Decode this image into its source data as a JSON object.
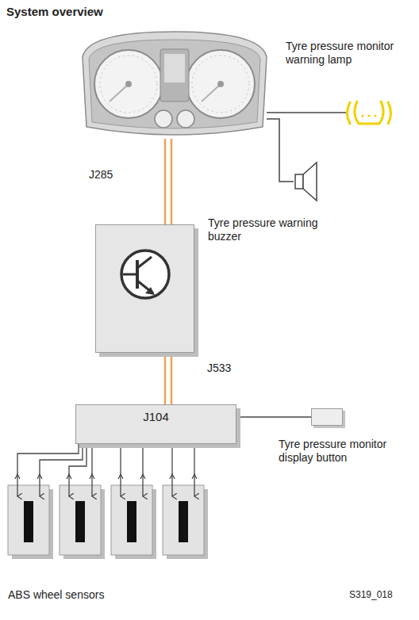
{
  "diagram": {
    "title": "System overview",
    "nodes": [
      {
        "text": [
          "J285"
        ]
      },
      {
        "text": [
          "Tyre pressure monitor warning lamp"
        ]
      },
      {
        "text": [
          "Tyre pressure warning buzzer"
        ]
      },
      {
        "text": [
          "J533"
        ]
      },
      {
        "text": [
          "J104"
        ]
      },
      {
        "text": [
          "Tyre pressure monitor display button"
        ]
      }
    ],
    "edges": [
      {
        "from": 0,
        "to": 1,
        "arrow": "none"
      },
      {
        "from": 0,
        "to": 2,
        "arrow": "none"
      },
      {
        "from": 0,
        "to": 3,
        "arrow": "none"
      },
      {
        "from": 3,
        "to": 4,
        "arrow": "none"
      },
      {
        "from": 4,
        "to": 5,
        "arrow": "none"
      }
    ],
    "labels": [
      "ABS wheel sensors",
      "S319_018"
    ]
  }
}
